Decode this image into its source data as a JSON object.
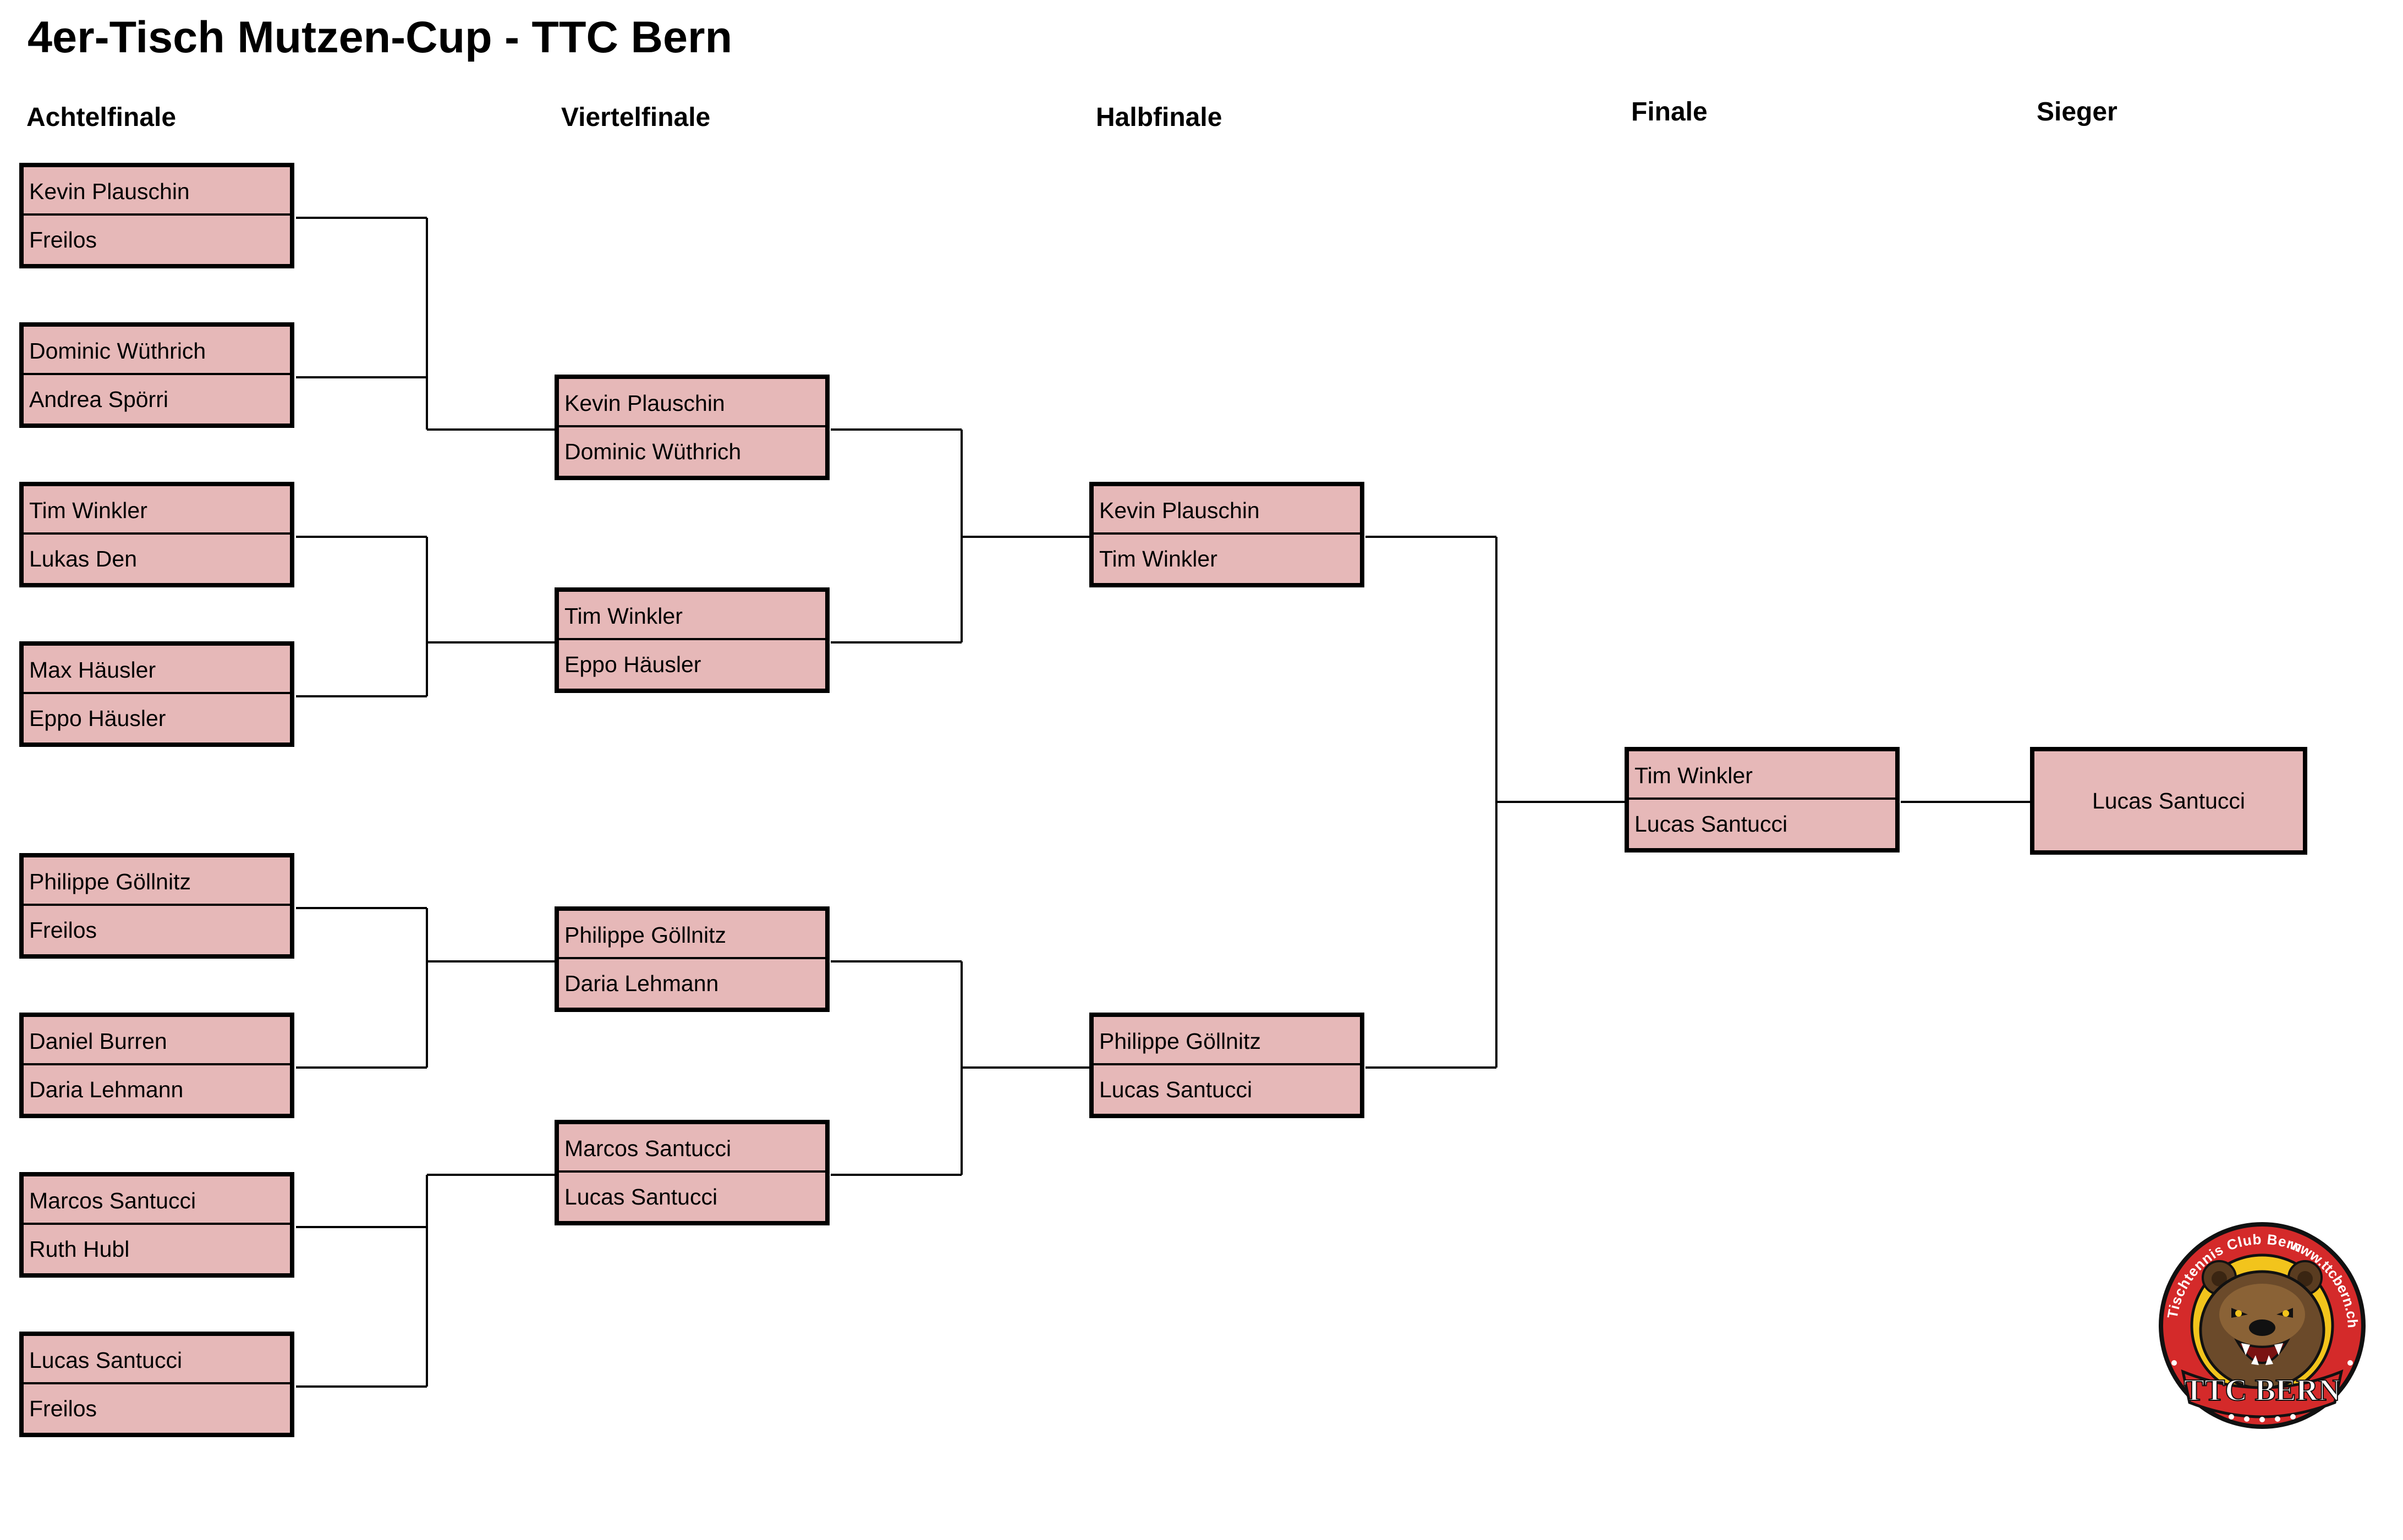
{
  "title": "4er-Tisch Mutzen-Cup - TTC Bern",
  "rounds": {
    "r16": "Achtelfinale",
    "qf": "Viertelfinale",
    "sf": "Halbfinale",
    "final": "Finale",
    "winner": "Sieger"
  },
  "matches": {
    "r16": [
      [
        "Kevin Plauschin",
        "Freilos"
      ],
      [
        "Dominic Wüthrich",
        "Andrea Spörri"
      ],
      [
        "Tim Winkler",
        "Lukas Den"
      ],
      [
        "Max Häusler",
        "Eppo Häusler"
      ],
      [
        "Philippe Göllnitz",
        "Freilos"
      ],
      [
        "Daniel Burren",
        "Daria Lehmann"
      ],
      [
        "Marcos Santucci",
        "Ruth Hubl"
      ],
      [
        "Lucas Santucci",
        "Freilos"
      ]
    ],
    "qf": [
      [
        "Kevin Plauschin",
        "Dominic Wüthrich"
      ],
      [
        "Tim Winkler",
        "Eppo Häusler"
      ],
      [
        "Philippe Göllnitz",
        "Daria Lehmann"
      ],
      [
        "Marcos Santucci",
        "Lucas Santucci"
      ]
    ],
    "sf": [
      [
        "Kevin Plauschin",
        "Tim Winkler"
      ],
      [
        "Philippe Göllnitz",
        "Lucas Santucci"
      ]
    ],
    "final": [
      "Tim Winkler",
      "Lucas Santucci"
    ]
  },
  "winner": "Lucas Santucci",
  "logo": {
    "ring_text_left": "Tischtennis Club Bern",
    "ring_text_right": "www.ttcbern.ch",
    "banner_text": "TTC BERN",
    "colors": {
      "ring": "#d42a2a",
      "inner": "#f2c41c",
      "fur": "#6b4a2a",
      "outline": "#111111"
    }
  },
  "colors": {
    "box_fill": "#e6b8b8",
    "border": "#000000"
  }
}
